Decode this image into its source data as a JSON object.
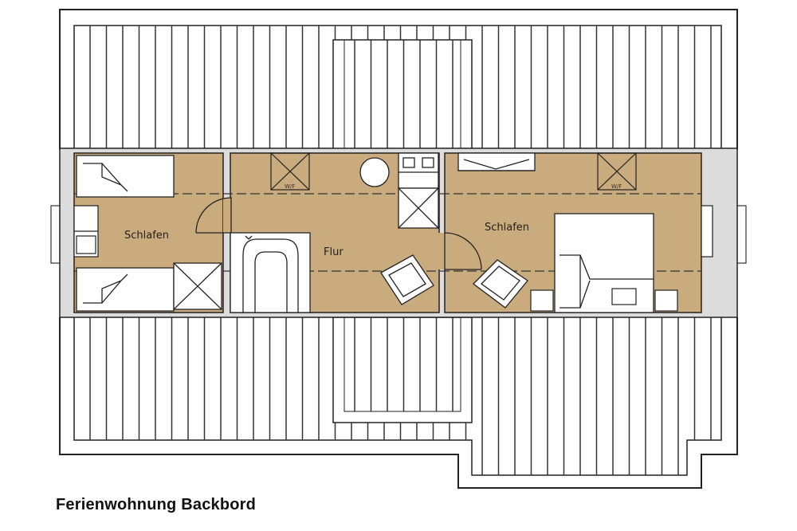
{
  "caption": "Ferienwohnung Backbord",
  "rooms": {
    "left_bedroom": "Schlafen",
    "hallway": "Flur",
    "right_bedroom": "Schlafen"
  },
  "skylight_marks": {
    "left": "W/F",
    "right": "W/F"
  },
  "colors": {
    "floor": "#c9ab7e",
    "wall_gray": "#dcdcdc",
    "line": "#222222",
    "paper": "#ffffff"
  }
}
